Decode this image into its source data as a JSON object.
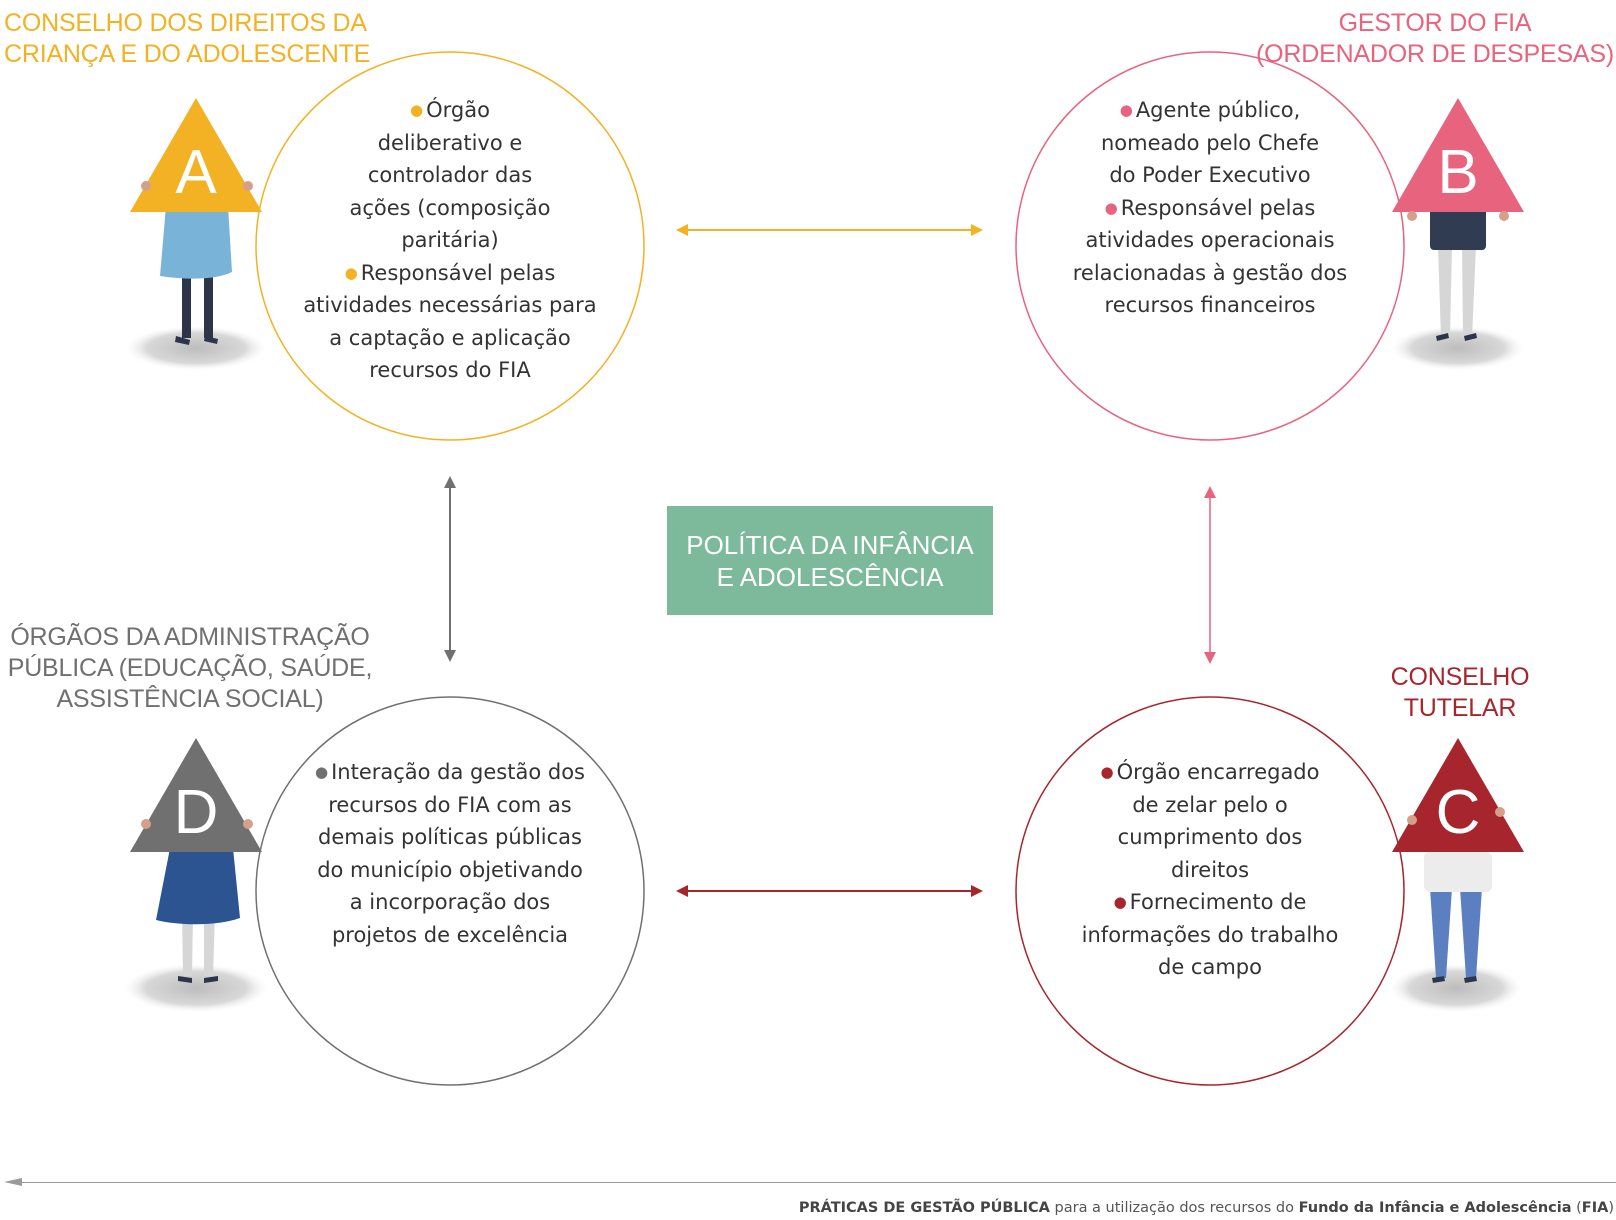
{
  "colors": {
    "a": "#f2b223",
    "b": "#e8637e",
    "c": "#a7262d",
    "d": "#707070",
    "center": "#7db99b"
  },
  "actors": {
    "a": {
      "letter": "A",
      "title_lines": [
        "CONSELHO DOS DIREITOS DA",
        "CRIANÇA E DO ADOLESCENTE"
      ],
      "items": [
        "Órgão deliberativo e controlador das ações (composição paritária)",
        "Responsável pelas atividades necessárias para a captação e aplicação recursos do FIA"
      ]
    },
    "b": {
      "letter": "B",
      "title_lines": [
        "GESTOR DO FIA",
        "(ORDENADOR DE DESPESAS)"
      ],
      "items": [
        "Agente público, nomeado pelo Chefe do Poder Executivo",
        "Responsável pelas atividades operacionais relacionadas à gestão dos recursos financeiros"
      ]
    },
    "c": {
      "letter": "C",
      "title_lines": [
        "CONSELHO",
        "TUTELAR"
      ],
      "items": [
        "Órgão encarregado de zelar pelo o cumprimento dos direitos",
        "Fornecimento de informações do trabalho de campo"
      ]
    },
    "d": {
      "letter": "D",
      "title_lines": [
        "ÓRGÃOS DA ADMINISTRAÇÃO",
        "PÚBLICA (EDUCAÇÃO, SAÚDE,",
        "ASSISTÊNCIA SOCIAL)"
      ],
      "items": [
        "Interação da gestão dos recursos do FIA  com as demais políticas públicas do município objetivando a incorporação dos projetos de excelência"
      ]
    }
  },
  "center": {
    "lines": [
      "POLÍTICA DA INFÂNCIA",
      "E ADOLESCÊNCIA"
    ]
  },
  "footer": {
    "bold1": "PRÁTICAS DE GESTÃO PÚBLICA",
    "text1": " para a utilização dos recursos do ",
    "bold2": "Fundo da Infância e Adolescência",
    "text2": " (",
    "bold3": "FIA",
    "text3": ")"
  }
}
